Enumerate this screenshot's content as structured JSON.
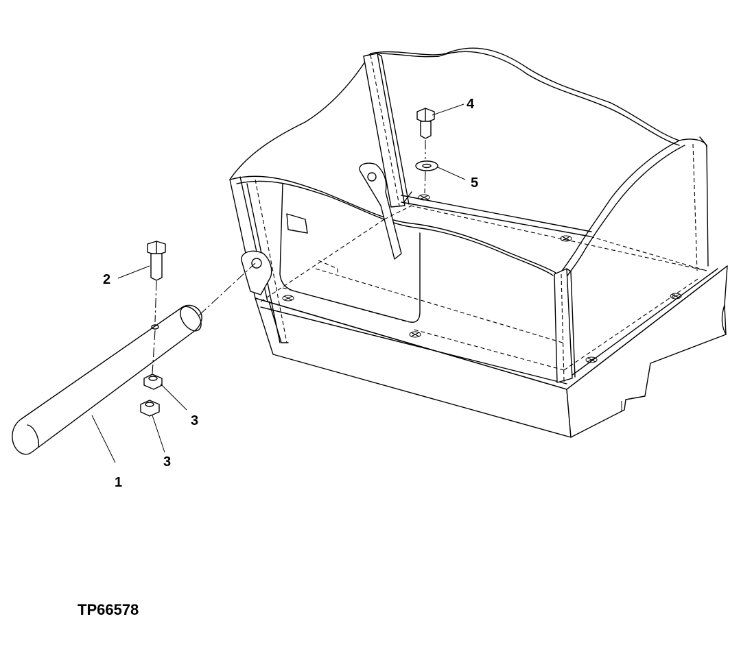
{
  "figure_id": "TP66578",
  "callouts": [
    {
      "label": "1"
    },
    {
      "label": "2"
    },
    {
      "label": "3"
    },
    {
      "label": "3"
    },
    {
      "label": "4"
    },
    {
      "label": "5"
    }
  ]
}
